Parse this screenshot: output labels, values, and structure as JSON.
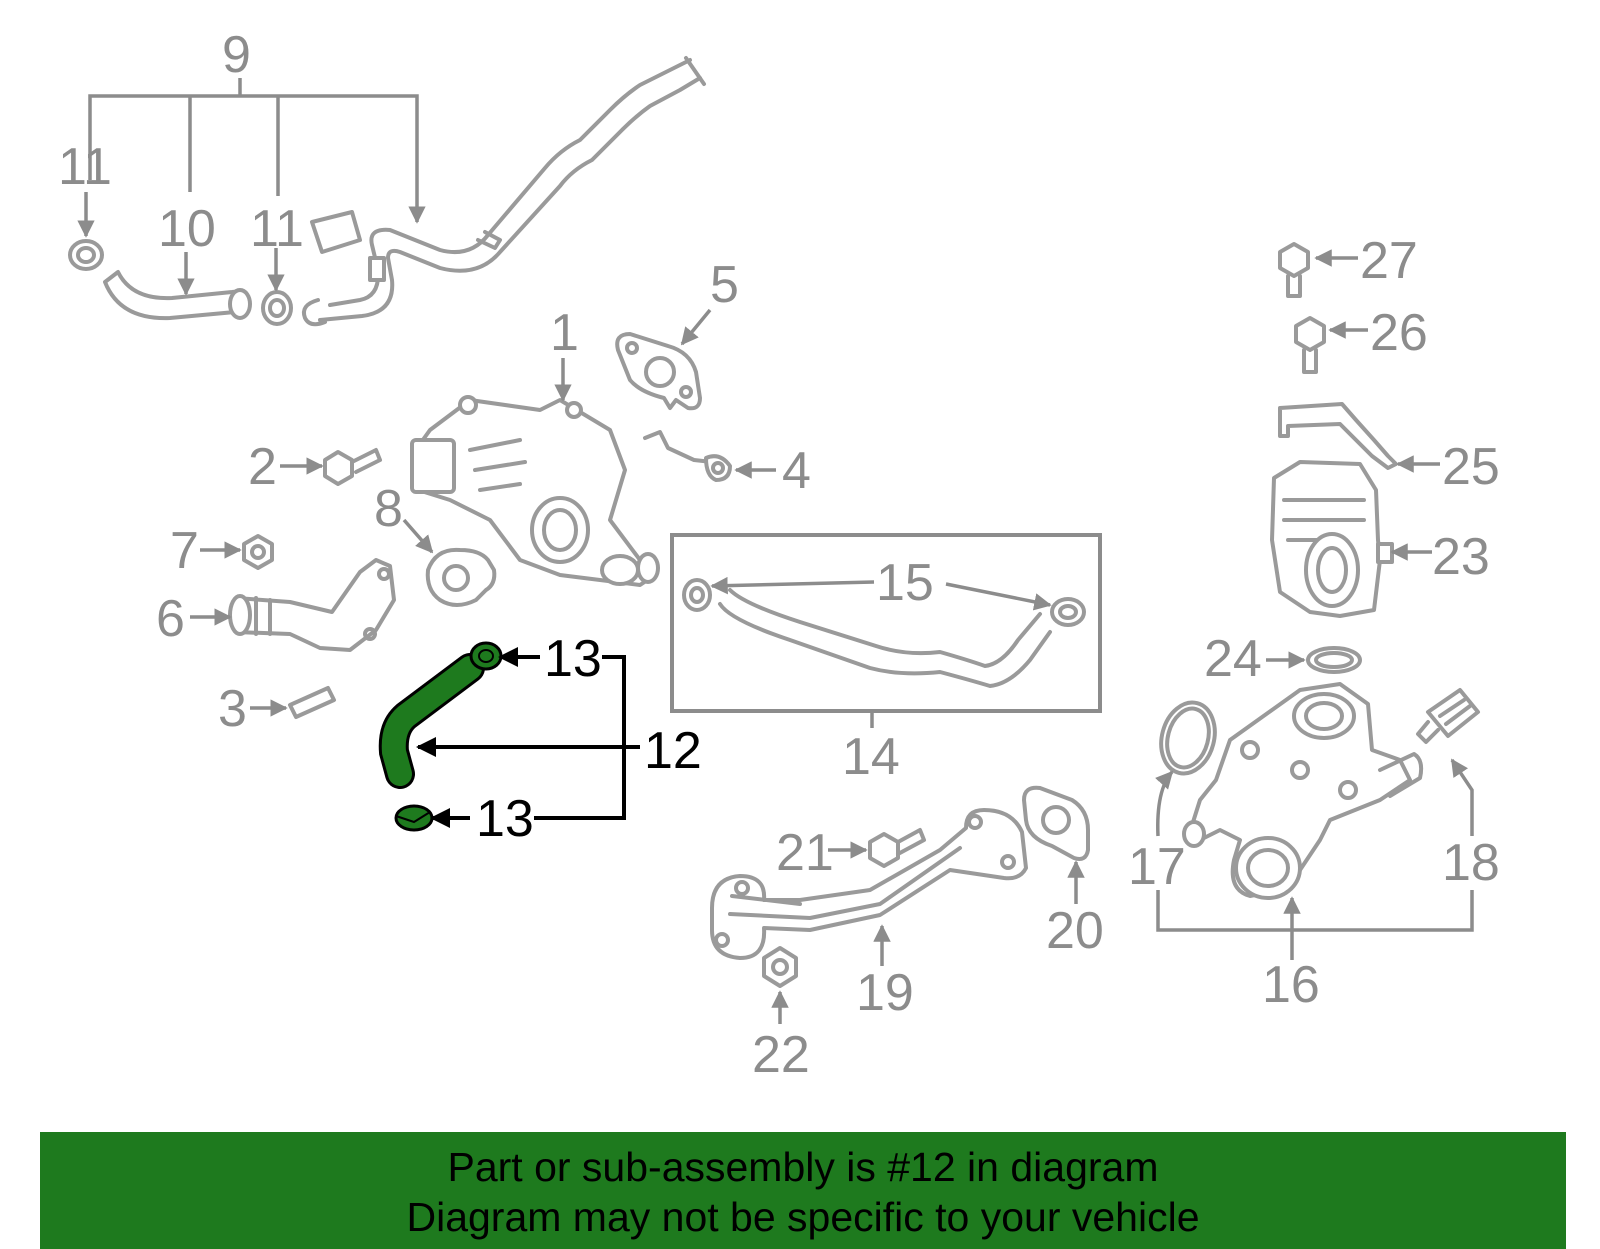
{
  "colors": {
    "part_stroke": "#9a9a9a",
    "label_gray": "#8c8c8c",
    "highlight_green": "#1e7a1e",
    "highlight_text": "#000000",
    "banner_bg": "#1e7a1e"
  },
  "callouts": {
    "c1": "1",
    "c2": "2",
    "c3": "3",
    "c4": "4",
    "c5": "5",
    "c6": "6",
    "c7": "7",
    "c8": "8",
    "c9": "9",
    "c10": "10",
    "c11a": "11",
    "c11b": "11",
    "c12": "12",
    "c13a": "13",
    "c13b": "13",
    "c14": "14",
    "c15": "15",
    "c16": "16",
    "c17": "17",
    "c18": "18",
    "c19": "19",
    "c20": "20",
    "c21": "21",
    "c22": "22",
    "c23": "23",
    "c24": "24",
    "c25": "25",
    "c26": "26",
    "c27": "27"
  },
  "highlighted_part": "12",
  "banner": {
    "line1": "Part or sub-assembly is #12 in diagram",
    "line2": "Diagram may not be specific to your vehicle"
  }
}
